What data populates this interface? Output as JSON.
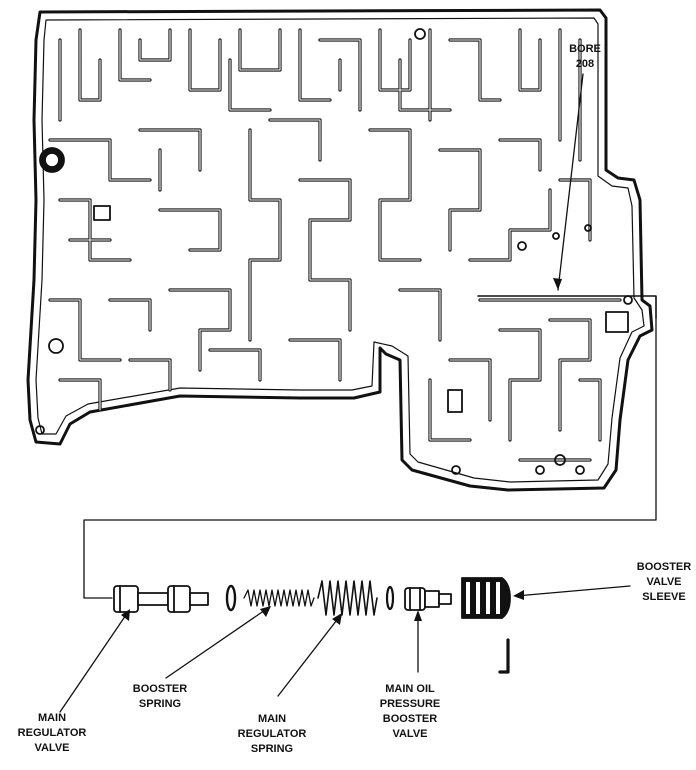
{
  "figure": {
    "labels": {
      "bore": [
        "BORE",
        "208"
      ],
      "booster_valve_sleeve": [
        "BOOSTER",
        "VALVE",
        "SLEEVE"
      ],
      "main_regulator_valve": [
        "MAIN",
        "REGULATOR",
        "VALVE"
      ],
      "booster_spring": [
        "BOOSTER",
        "SPRING"
      ],
      "main_regulator_spring": [
        "MAIN",
        "REGULATOR",
        "SPRING"
      ],
      "main_oil_pressure_booster_valve": [
        "MAIN OIL",
        "PRESSURE",
        "BOOSTER",
        "VALVE"
      ]
    },
    "ink_color": "#111111",
    "paper_color": "#ffffff"
  }
}
